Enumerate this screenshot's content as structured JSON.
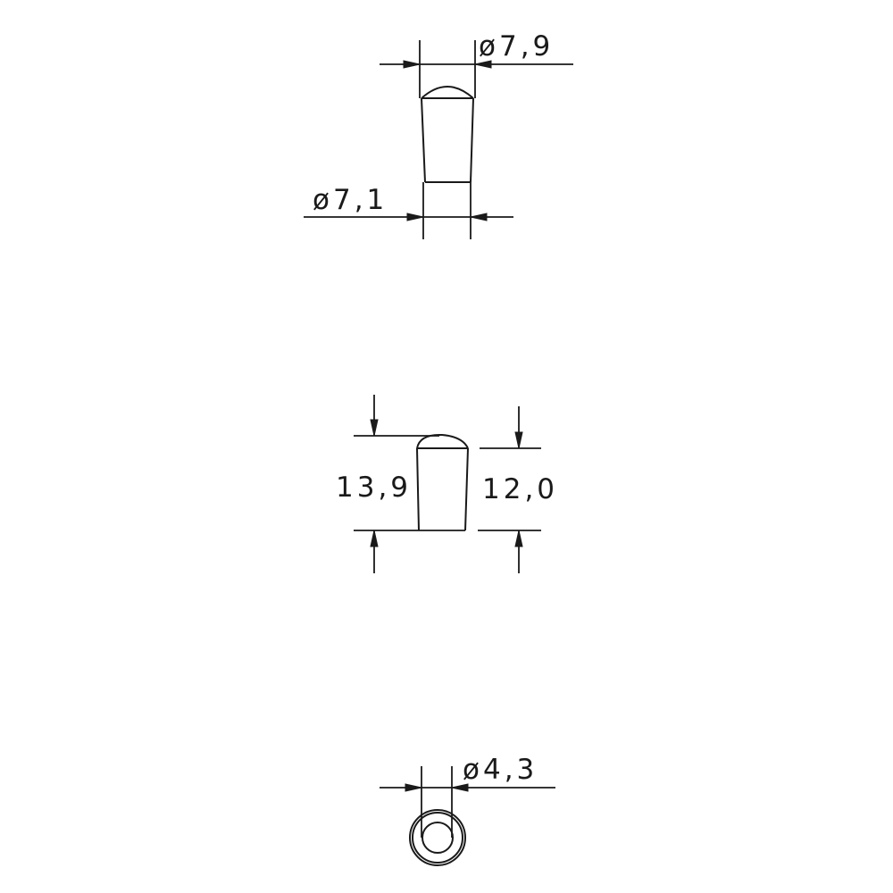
{
  "drawing": {
    "type": "technical-dimension-drawing",
    "line_color": "#1a1a1a",
    "background": "#ffffff",
    "views": [
      {
        "name": "top-view",
        "dimensions": {
          "top_diameter": "ø7,9",
          "bottom_diameter": "ø7,1"
        }
      },
      {
        "name": "side-view",
        "dimensions": {
          "total_height": "13,9",
          "body_height": "12,0"
        }
      },
      {
        "name": "bottom-view",
        "dimensions": {
          "hole_diameter": "ø4,3"
        }
      }
    ]
  },
  "labels": {
    "top_diameter": "ø7,9",
    "bottom_diameter": "ø7,1",
    "total_height": "13,9",
    "body_height": "12,0",
    "hole_diameter": "ø4,3"
  }
}
